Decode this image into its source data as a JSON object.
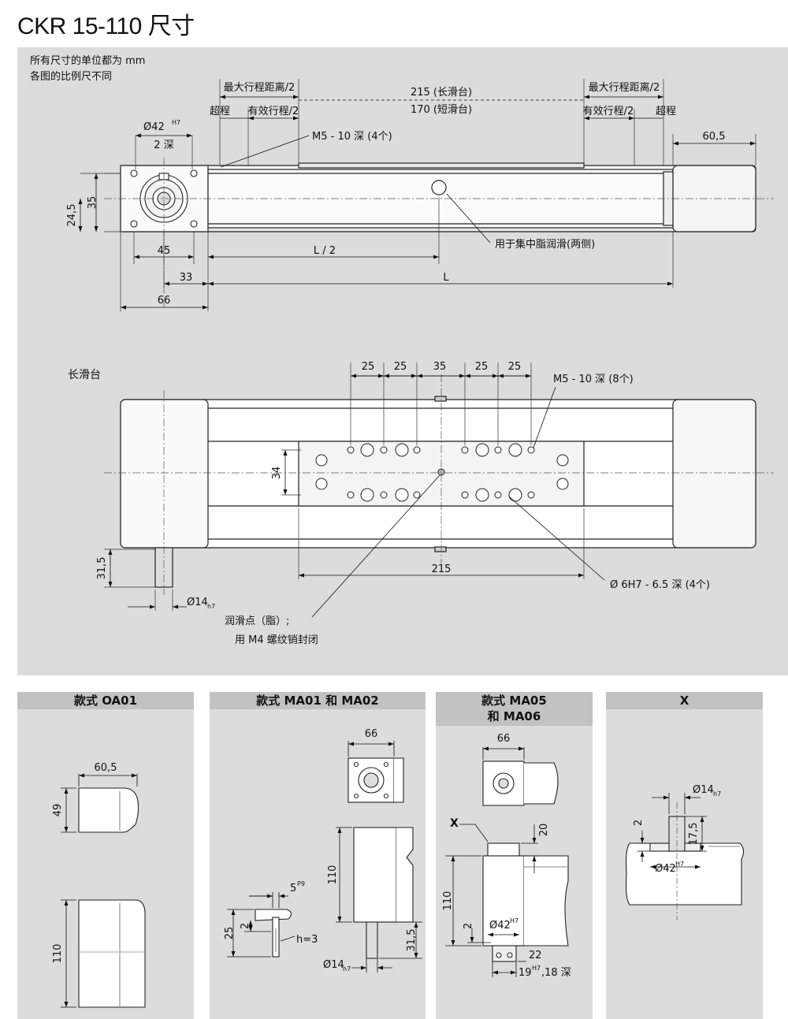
{
  "title": "CKR 15-110 尺寸",
  "notes": {
    "line1": "所有尺寸的单位都为 mm",
    "line2": "各图的比例尺不同"
  },
  "top_view": {
    "max_travel_left": "最大行程距离/2",
    "max_travel_right": "最大行程距离/2",
    "overtravel_left": "超程",
    "overtravel_right": "超程",
    "eff_travel_left": "有效行程/2",
    "eff_travel_right": "有效行程/2",
    "long_carriage": "215 (长滑台)",
    "short_carriage": "170 (短滑台)",
    "dia42": "Ø42",
    "dia42_sup": "H7",
    "depth2": "2 深",
    "m5_callout": "M5 - 10 深 (4个)",
    "dim_60_5": "60,5",
    "dim_35": "35",
    "dim_24_5": "24,5",
    "dim_45": "45",
    "dim_L2": "L / 2",
    "dim_33": "33",
    "dim_L": "L",
    "dim_66": "66",
    "lube_callout": "用于集中脂润滑(两侧)"
  },
  "long_view": {
    "label": "长滑台",
    "spacing": [
      "25",
      "25",
      "35",
      "25",
      "25"
    ],
    "m5_callout": "M5 - 10 深 (8个)",
    "dim_34": "34",
    "dim_31_5": "31,5",
    "dim_215": "215",
    "dia14": "Ø14",
    "dia14_sub": "h7",
    "dowel_callout": "Ø 6H7 - 6.5 深 (4个)",
    "lube_point_1": "润滑点（脂）;",
    "lube_point_2": "用 M4 螺纹销封闭"
  },
  "variants": {
    "oa01": {
      "title": "款式 OA01",
      "dim_60_5": "60,5",
      "dim_49": "49",
      "dim_110": "110"
    },
    "ma01": {
      "title": "款式 MA01 和 MA02",
      "dim_66": "66",
      "dim_110": "110",
      "dim_5": "5",
      "dim_5_sup": "P9",
      "dim_25": "25",
      "dim_2": "2",
      "h3": "h=3",
      "dia14": "Ø14",
      "dia14_sub": "h7",
      "dim_31_5": "31,5"
    },
    "ma05": {
      "title_1": "款式 MA05",
      "title_2": "和 MA06",
      "dim_66": "66",
      "x_label": "X",
      "dim_20": "20",
      "dim_110": "110",
      "dia42": "Ø42",
      "dia42_sup": "H7",
      "dim_2": "2",
      "dim_22": "22",
      "dim_19": "19",
      "dim_19_sup": "H7",
      "dim_19_rest": ",18 深"
    },
    "x": {
      "title": "X",
      "dia14": "Ø14",
      "dia14_sub": "h7",
      "dim_2": "2",
      "dim_17_5": "17,5",
      "dia42": "Ø42",
      "dia42_sup": "H7"
    }
  }
}
